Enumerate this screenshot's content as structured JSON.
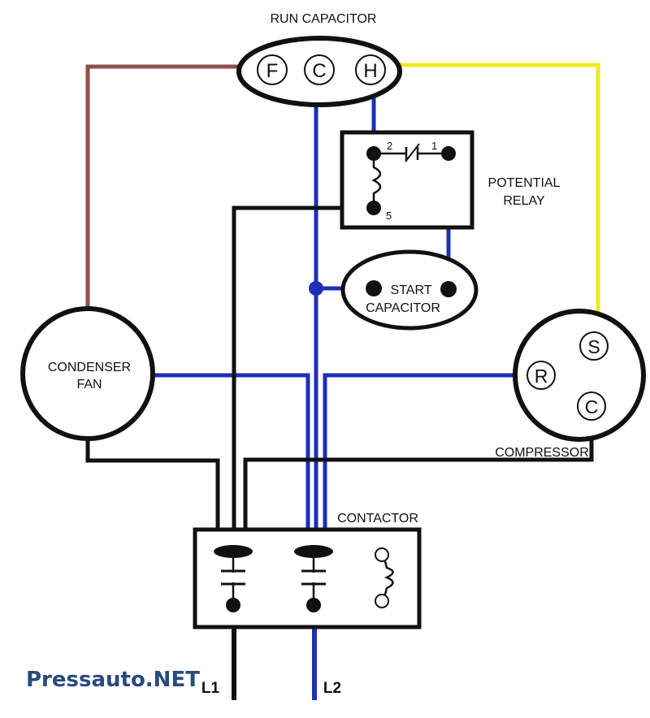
{
  "components": {
    "run_capacitor": {
      "label": "RUN CAPACITOR",
      "terminals": [
        "F",
        "C",
        "H"
      ]
    },
    "potential_relay": {
      "label_line1": "POTENTIAL",
      "label_line2": "RELAY",
      "terminals": [
        "2",
        "1",
        "5"
      ]
    },
    "start_capacitor": {
      "label_line1": "START",
      "label_line2": "CAPACITOR"
    },
    "condenser_fan": {
      "label_line1": "CONDENSER",
      "label_line2": "FAN"
    },
    "compressor": {
      "label": "COMPRESSOR",
      "terminals": [
        "S",
        "R",
        "C"
      ]
    },
    "contactor": {
      "label": "CONTACTOR"
    },
    "lines": {
      "l1": "L1",
      "l2": "L2"
    }
  },
  "watermark": "Pressauto.NET",
  "colors": {
    "fan_wire": "#8c4f4a",
    "herm_wire": "#f2ea1a",
    "common_wire": "#1c2fb8",
    "line_wire": "#111111",
    "watermark": "#2b4a7e"
  }
}
